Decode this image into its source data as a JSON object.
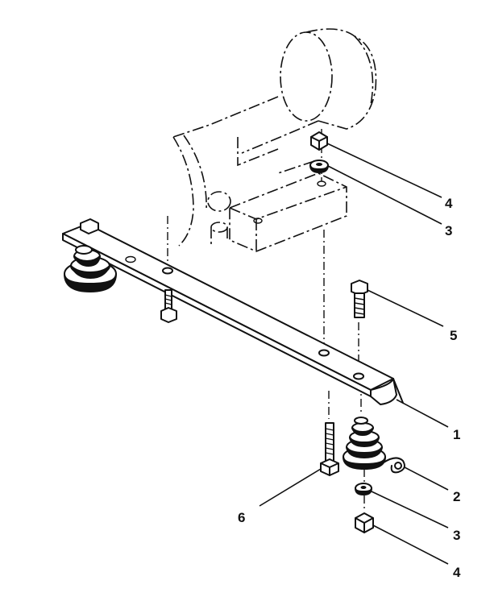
{
  "callouts": [
    {
      "id": "nut-top",
      "label": "4"
    },
    {
      "id": "washer-top",
      "label": "3"
    },
    {
      "id": "bolt-top",
      "label": "5"
    },
    {
      "id": "bracket",
      "label": "1"
    },
    {
      "id": "mount",
      "label": "2"
    },
    {
      "id": "bolt-bottom",
      "label": "6"
    },
    {
      "id": "washer-bottom",
      "label": "3"
    },
    {
      "id": "nut-bottom",
      "label": "4"
    }
  ]
}
